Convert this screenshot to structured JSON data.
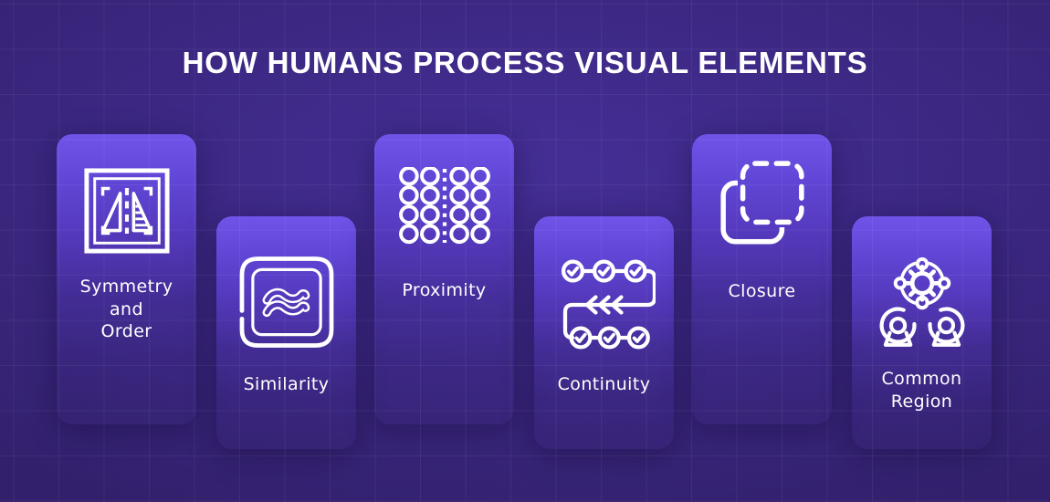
{
  "title": "HOW HUMANS PROCESS VISUAL ELEMENTS",
  "theme": {
    "background": "#32206c",
    "card_gradient_top": "#7054e9",
    "text_color": "#ffffff",
    "icon_stroke": "#ffffff",
    "grid_line": "rgba(255,255,255,0.055)"
  },
  "cards": [
    {
      "id": "symmetry-and-order",
      "icon": "symmetry-order-icon",
      "position": "top",
      "lines": [
        "Symmetry",
        "and",
        "Order"
      ]
    },
    {
      "id": "similarity",
      "icon": "similarity-icon",
      "position": "bottom",
      "lines": [
        "Similarity"
      ]
    },
    {
      "id": "proximity",
      "icon": "proximity-icon",
      "position": "top",
      "lines": [
        "Proximity"
      ]
    },
    {
      "id": "continuity",
      "icon": "continuity-icon",
      "position": "bottom",
      "lines": [
        "Continuity"
      ]
    },
    {
      "id": "closure",
      "icon": "closure-icon",
      "position": "top",
      "lines": [
        "Closure"
      ]
    },
    {
      "id": "common-region",
      "icon": "common-region-icon",
      "position": "bottom",
      "lines": [
        "Common",
        "Region"
      ]
    }
  ]
}
